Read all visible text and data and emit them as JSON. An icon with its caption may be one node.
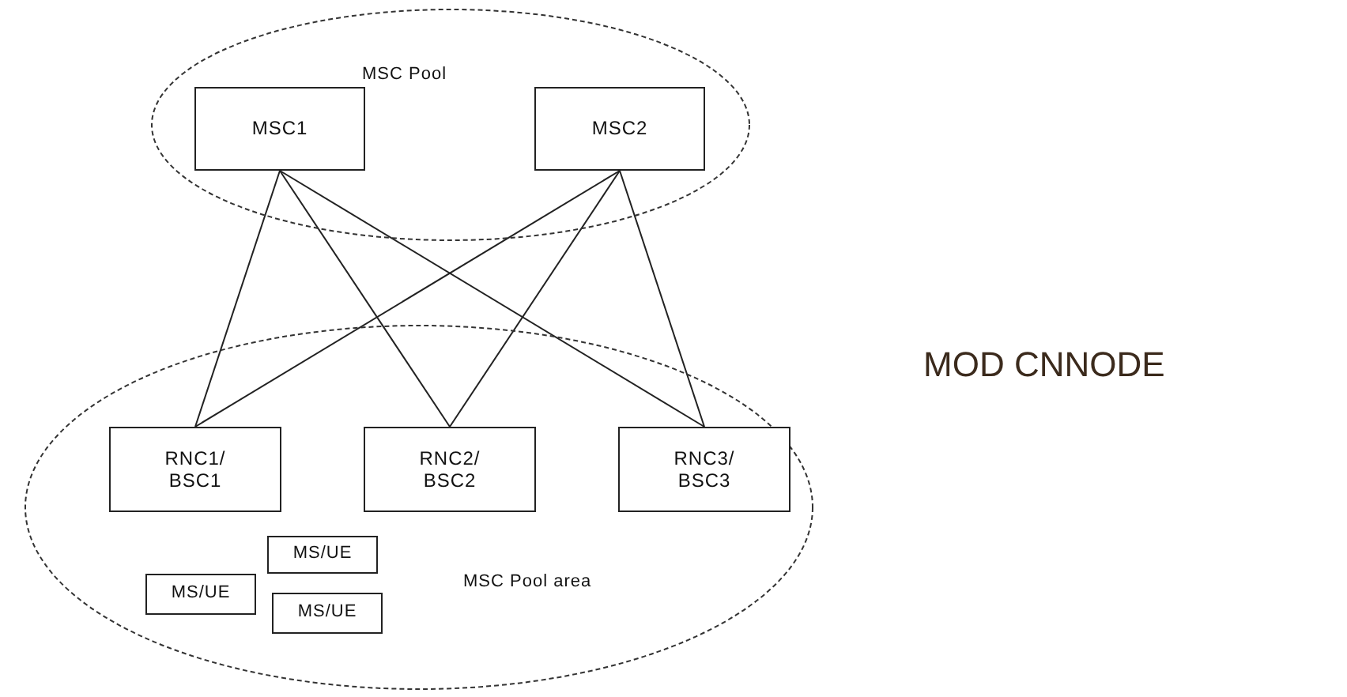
{
  "diagram": {
    "nodes": [
      {
        "text": [
          "MSC Pool"
        ]
      },
      {
        "text": [
          "MSC1"
        ],
        "in": 0
      },
      {
        "text": [
          "MSC2"
        ],
        "in": 0
      },
      {
        "text": [
          "MSC Pool area"
        ]
      },
      {
        "text": [
          "RNC1/ BSC1"
        ],
        "in": 3
      },
      {
        "text": [
          "RNC2/ BSC2"
        ],
        "in": 3
      },
      {
        "text": [
          "RNC3/ BSC3"
        ],
        "in": 3
      },
      {
        "text": [
          "MS/UE"
        ],
        "in": 3
      },
      {
        "text": [
          "MS/UE"
        ],
        "in": 3
      },
      {
        "text": [
          "MS/UE"
        ],
        "in": 3
      }
    ],
    "edges": [
      {
        "from": 1,
        "to": 4,
        "arrow": "none"
      },
      {
        "from": 1,
        "to": 5,
        "arrow": "none"
      },
      {
        "from": 1,
        "to": 6,
        "arrow": "none"
      },
      {
        "from": 2,
        "to": 4,
        "arrow": "none"
      },
      {
        "from": 2,
        "to": 5,
        "arrow": "none"
      },
      {
        "from": 2,
        "to": 6,
        "arrow": "none"
      }
    ],
    "labels": [
      "MOD CNNODE"
    ]
  }
}
